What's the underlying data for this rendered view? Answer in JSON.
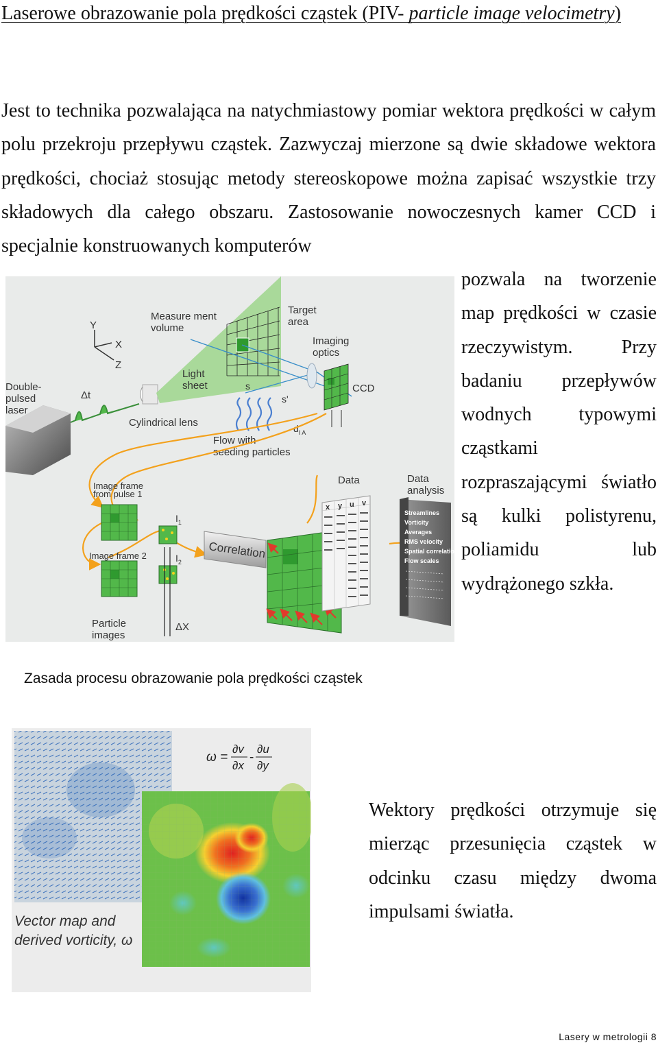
{
  "title": {
    "main": "Laserowe obrazowanie pola prędkości cząstek (PIV- ",
    "italic1": "particle image",
    "italic2": "velocimetry",
    "close": ")"
  },
  "paragraph1_top": "Jest to technika pozwalająca na natychmiastowy pomiar wektora prędkości w całym polu przekroju przepływu cząstek. Zazwyczaj mierzone są dwie składowe wektora prędkości, chociaż stosując metody stereoskopowe można zapisać wszystkie trzy składowych dla całego obszaru. Zastosowanie nowoczesnych kamer CCD i specjalnie konstruowanych komputerów",
  "paragraph1_side": "pozwala na tworzenie map prędkości w czasie rzeczywistym. Przy badaniu przepływów wodnych typowymi cząstkami rozpraszającymi światło są kulki polistyrenu, poliamidu lub wydrążonego szkła.",
  "figure1": {
    "labels": {
      "y": "Y",
      "x": "X",
      "z": "Z",
      "laser_1": "Double-",
      "laser_2": "pulsed",
      "laser_3": "laser",
      "dt": "Δt",
      "measurement_1": "Measure ment",
      "measurement_2": "volume",
      "light_1": "Light",
      "light_2": "sheet",
      "target_1": "Target",
      "target_2": "area",
      "imaging_1": "Imaging",
      "imaging_2": "optics",
      "ccd": "CCD",
      "s": "s",
      "s_prime": "s'",
      "cyl_lens": "Cylindrical lens",
      "flow_1": "Flow with",
      "flow_2": "seeding particles",
      "dia": "d",
      "dia_sub": "I A",
      "frame1_1": "Image frame",
      "frame1_2": "from pulse 1",
      "frame2": "Image frame 2",
      "i1": "I",
      "i1_sub": "1",
      "i2": "I",
      "i2_sub": "2",
      "correlation": "Correlation",
      "data": "Data",
      "analysis_1": "Data",
      "analysis_2": "analysis",
      "particle_1": "Particle",
      "particle_2": "images",
      "dx": "ΔX"
    },
    "table_headers": [
      "x",
      "y",
      "u",
      "v"
    ],
    "analysis_items": [
      "Streamlines",
      "Vorticity",
      "Averages",
      "RMS velocity",
      "Spatial correlation",
      "Flow scales"
    ]
  },
  "caption1": "Zasada procesu obrazowanie pola prędkości cząstek",
  "figure2": {
    "formula": "ω = ∂v/∂x − ∂u/∂y",
    "formula_omega": "ω =",
    "formula_dv": "∂v",
    "formula_dx": "∂x",
    "formula_minus": "-",
    "formula_du": "∂u",
    "formula_dy": "∂y",
    "label_1": "Vector map and",
    "label_2": "derived vorticity, ω"
  },
  "paragraph2": "Wektory prędkości otrzymuje się mierząc przesunięcia cząstek w odcinku czasu między dwoma impulsami światła.",
  "footer": "Lasery w metrologii 8",
  "colors": {
    "green": "#52b84a",
    "sheet_green": "#a5d896",
    "orange": "#f3a11c",
    "red": "#e03a2c",
    "blue": "#2c5fb8"
  }
}
